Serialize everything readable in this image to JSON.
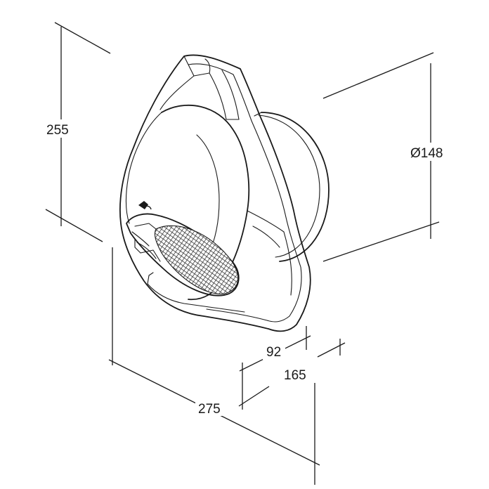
{
  "dimensions": {
    "height": "255",
    "diameter": "Ø148",
    "depth_inner": "92",
    "depth_outer": "165",
    "width": "275"
  },
  "colors": {
    "line": "#1a1a1a",
    "background": "#ffffff",
    "mesh": "#2b2b2b"
  }
}
